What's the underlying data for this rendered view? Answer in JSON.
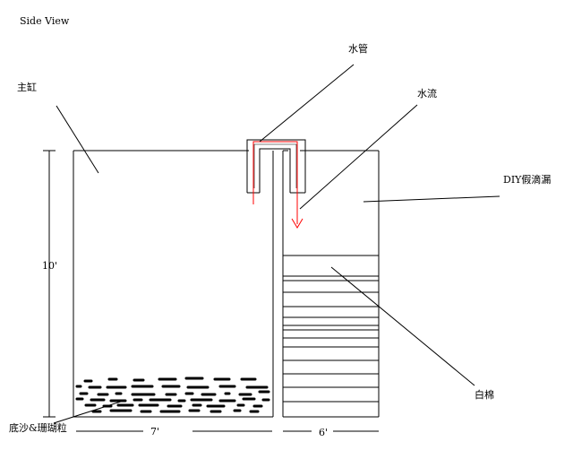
{
  "labels": {
    "title": "Side View",
    "main_tank": "主缸",
    "water_pipe": "水管",
    "water_flow": "水流",
    "diy_sump": "DIY假滴漏",
    "height": "10'",
    "white_cotton": "白棉",
    "substrate": "底沙&珊瑚粒",
    "main_width": "7'",
    "sump_width": "6'"
  },
  "colors": {
    "line": "#000000",
    "flow_arrow": "#ff0000",
    "background": "#ffffff"
  }
}
